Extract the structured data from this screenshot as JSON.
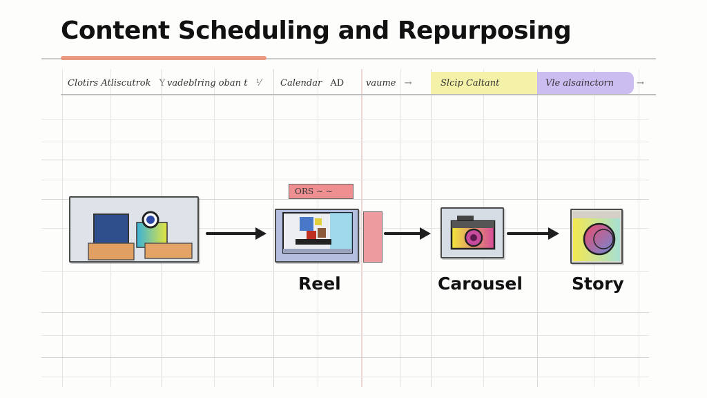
{
  "title": "Content Scheduling and Repurposing",
  "colors": {
    "accent_underline": "#e98c6c",
    "yellow_highlight": "#f4f2a8",
    "purple_highlight": "#cbbdf0",
    "reel_tag": "#ee8f92",
    "reel_side_panel": "#ee9ba0"
  },
  "header": {
    "columns": [
      {
        "label": "Clotirs Atliscutrok",
        "suffix": "Y"
      },
      {
        "label": "vadeblring oban t",
        "suffix": "⅟"
      },
      {
        "label": "Calendar",
        "suffix": "AD"
      },
      {
        "label": "vaume",
        "suffix": "→"
      },
      {
        "label": "Slcip Caltant",
        "suffix": ""
      },
      {
        "label": "Vle alsainctorn",
        "suffix": "→"
      }
    ]
  },
  "flow": {
    "source": {
      "icon": "devices-icon",
      "label": ""
    },
    "steps": [
      {
        "icon": "video-reel-icon",
        "label": "Reel",
        "tag": "ORS ~ ~"
      },
      {
        "icon": "camera-icon",
        "label": "Carousel"
      },
      {
        "icon": "story-circle-icon",
        "label": "Story"
      }
    ]
  }
}
